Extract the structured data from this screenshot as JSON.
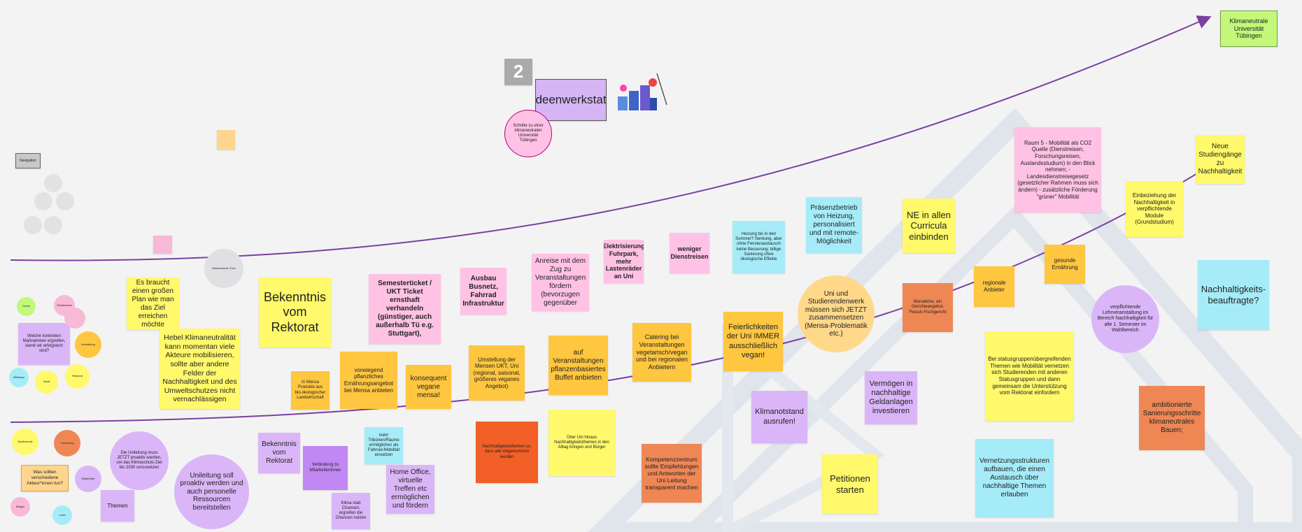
{
  "board": {
    "number_badge": "2",
    "title": "Ideenwerkstatt",
    "goal": "Klimaneutrale Universität Tübingen",
    "small_label": "Navigation",
    "grey_circle_label": "Bienenwachs Tuch",
    "title_circle": "Schritte zu einer klimaneutralen Universität Tübingen"
  },
  "notes": {
    "n01": "Es braucht einen großen Plan wie man das Ziel erreichen möchte",
    "n02": "Hebel Klimaneutralität kann momentan viele Akteure mobilisieren, sollte aber andere Felder der Nachhaltigkeit und des Umweltschutzes nicht vernachlässigen",
    "n03": "Bekenntnis vom Rektorat",
    "n04": "In Mensa Produkte aus bio-ökologischer Landwirtschaft",
    "n05": "vorwiegend pflanzliches Ernährungsangebot bei Mensa anbieten",
    "n06": "konsequent vegane mensa!",
    "n07": "Semesterticket / UKT Ticket ernsthaft verhandeln (günstiger, auch außerhalb Tü e.g. Stuttgart),",
    "n08": "Ausbau Busnetz, Fahrrad Infrastruktur",
    "n09": "Umstellung der Mensen UKT, Uni (regional, saisonal, größeres veganes Angebot)",
    "n10": "Anreise mit dem Zug zu Veranstaltungen fördern (bevorzugen gegenüber",
    "n11": "auf Veranstaltungen pflanzenbasiertes Buffet anbieten",
    "n12": "Elektrisierung Fuhrpark, mehr Lastenräder an Uni",
    "n13": "weniger Dienstreisen",
    "n14": "Catering bei Veranstaltungen vegetarisch/vegan und bei regionalen Anbietern",
    "n15": "Feierlichkeiten der Uni IMMER ausschließlich vegan!",
    "n16": "Heizung bis in den Sommer? Senkung, aber ohne Fensteraustausch keine Besserung; billige Sanierung ohne ökologische Effekte",
    "n17": "Präsenzbetrieb von Heizung, personalisiert und mit remote-Möglichkeit",
    "n18": "NE in allen Curricula einbinden",
    "n19": "Raum 5 - Mobilität als CO2 Quelle (Dienstreisen, Forschungsreisen, Auslandsstudium) in den Blick nehmen; - Landesdienstreisegesetz (gesetzlicher Rahmen muss sich ändern) - zusätzliche Förderung \"grüner\" Mobilität",
    "n20": "Neue Studiengänge zu Nachhaltigkeit",
    "n21": "Einbeziehung der Nachhaltigkeit in verpflichtende Module (Grundstudium)",
    "n22": "gesunde Ernährung",
    "n23": "regionale Anbieter",
    "n24": "Monatliche, ein Gerichteangebot, Fleisch-Fischgericht",
    "n25": "Nachhaltigkeits-beauftragte?",
    "n26": "Bei statusgruppenübergreifenden Themen wie Mobilität vernetzen sich Studierenden mit anderen Statusgruppen und dann gemeinsam die Unterstützung vom Rektorat einfordern",
    "n27": "ambitionierte Sanierungsschritte klimaneutrales Bauen;",
    "n28": "Klimanotstand ausrufen!",
    "n29": "Vermögen in nachhaltige Geldanlagen investieren",
    "n30": "Petitionen starten",
    "n31": "Vernetzungsstrukturen aufbauen, die einen Austausch über nachhaltige Themen erlauben",
    "n32": "Kompetenzzentrum sollte Empfehlungen und Antworten der Uni Leitung transparent machen",
    "n33": "Über Uni hinaus Nachhaltigkeitsthemen in den Alltag bringen und Bürger",
    "n34": "Nachhaltigkeitsthemen so, dass alle mitgenommen werden",
    "n35": "mehr Tribünen/Räume ermöglichen als Fahrrad-Mobilität einsetzen",
    "n36": "Home Office, virtuelle Treffen etc ermöglichen und fördern",
    "n37": "Bekenntnis vom Rektorat",
    "n38": "Verbindung zu Mitarbeiter/innen",
    "n39": "Klima statt Chancen; ergreifen die Chancen nutzen",
    "n40": "Welche konkreten Maßnahmen ergreifen, damit wir erfolgreich sind?",
    "n41": "Was sollten verschiedene Akteur*innen tun?",
    "n42": "Themen"
  },
  "circles": {
    "c01": "Uni und Studierendenwerk müssen sich JETZT zusammensetzen (Mensa-Problematik etc.)",
    "c02": "verpflichtende Lehrveranstaltung im Bereich Nachhaltigkeit für alle 1. Semester im Wahlbereich",
    "c03": "Unileitung soll proaktiv werden und auch personelle Ressourcen bereitstellen",
    "c04": "Die Unileitung muss JETZT proaktiv werden, um das Klimaschutz-Ziel bis 2030 umzusetzen",
    "s01": "Grüne",
    "s02": "Studierende",
    "s03": "Verwaltung",
    "s04": "Mittelbau",
    "s05": "Stadt",
    "s06": "Rektorat",
    "s07": "Studierende",
    "s08": "Forschung",
    "s09": "Mitarbeiter",
    "s10": "Bürger",
    "s11": "Land"
  }
}
